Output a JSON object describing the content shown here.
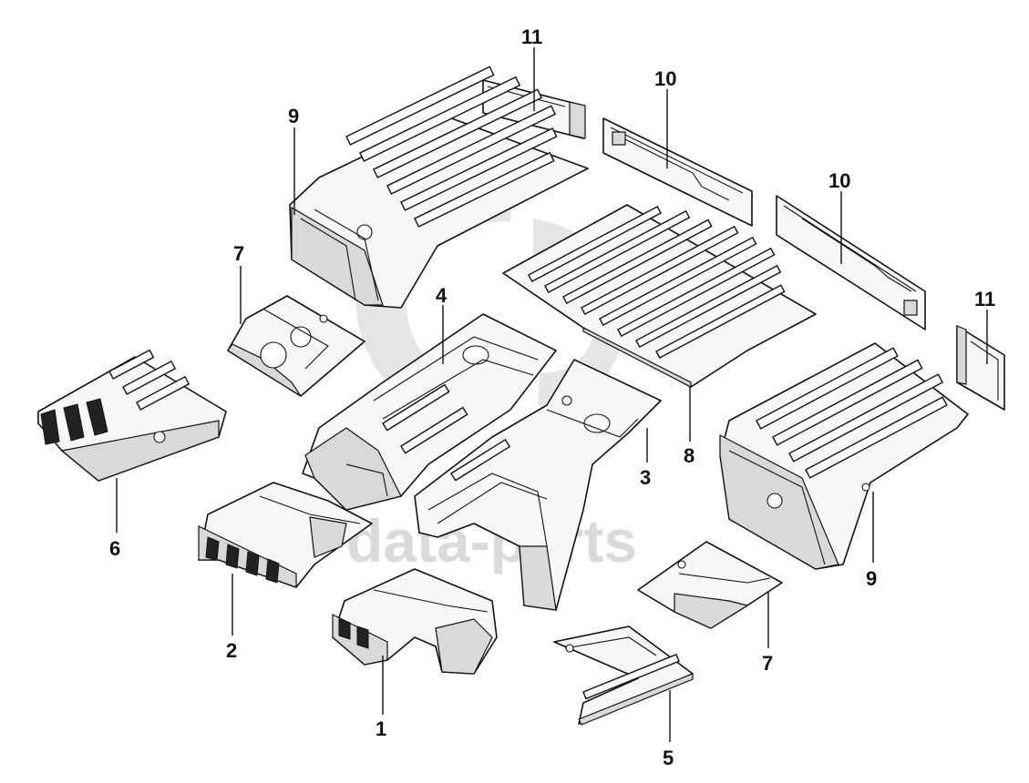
{
  "watermark": {
    "text": "data-parts"
  },
  "callouts": {
    "c1": "1",
    "c2": "2",
    "c3": "3",
    "c4": "4",
    "c5": "5",
    "c6": "6",
    "c7a": "7",
    "c7b": "7",
    "c8": "8",
    "c9a": "9",
    "c9b": "9",
    "c10a": "10",
    "c10b": "10",
    "c11a": "11",
    "c11b": "11"
  },
  "colors": {
    "line": "#111111",
    "panel": "#f7f7f7",
    "shade": "#d9d9d9",
    "watermark": "#bdbdbd"
  }
}
